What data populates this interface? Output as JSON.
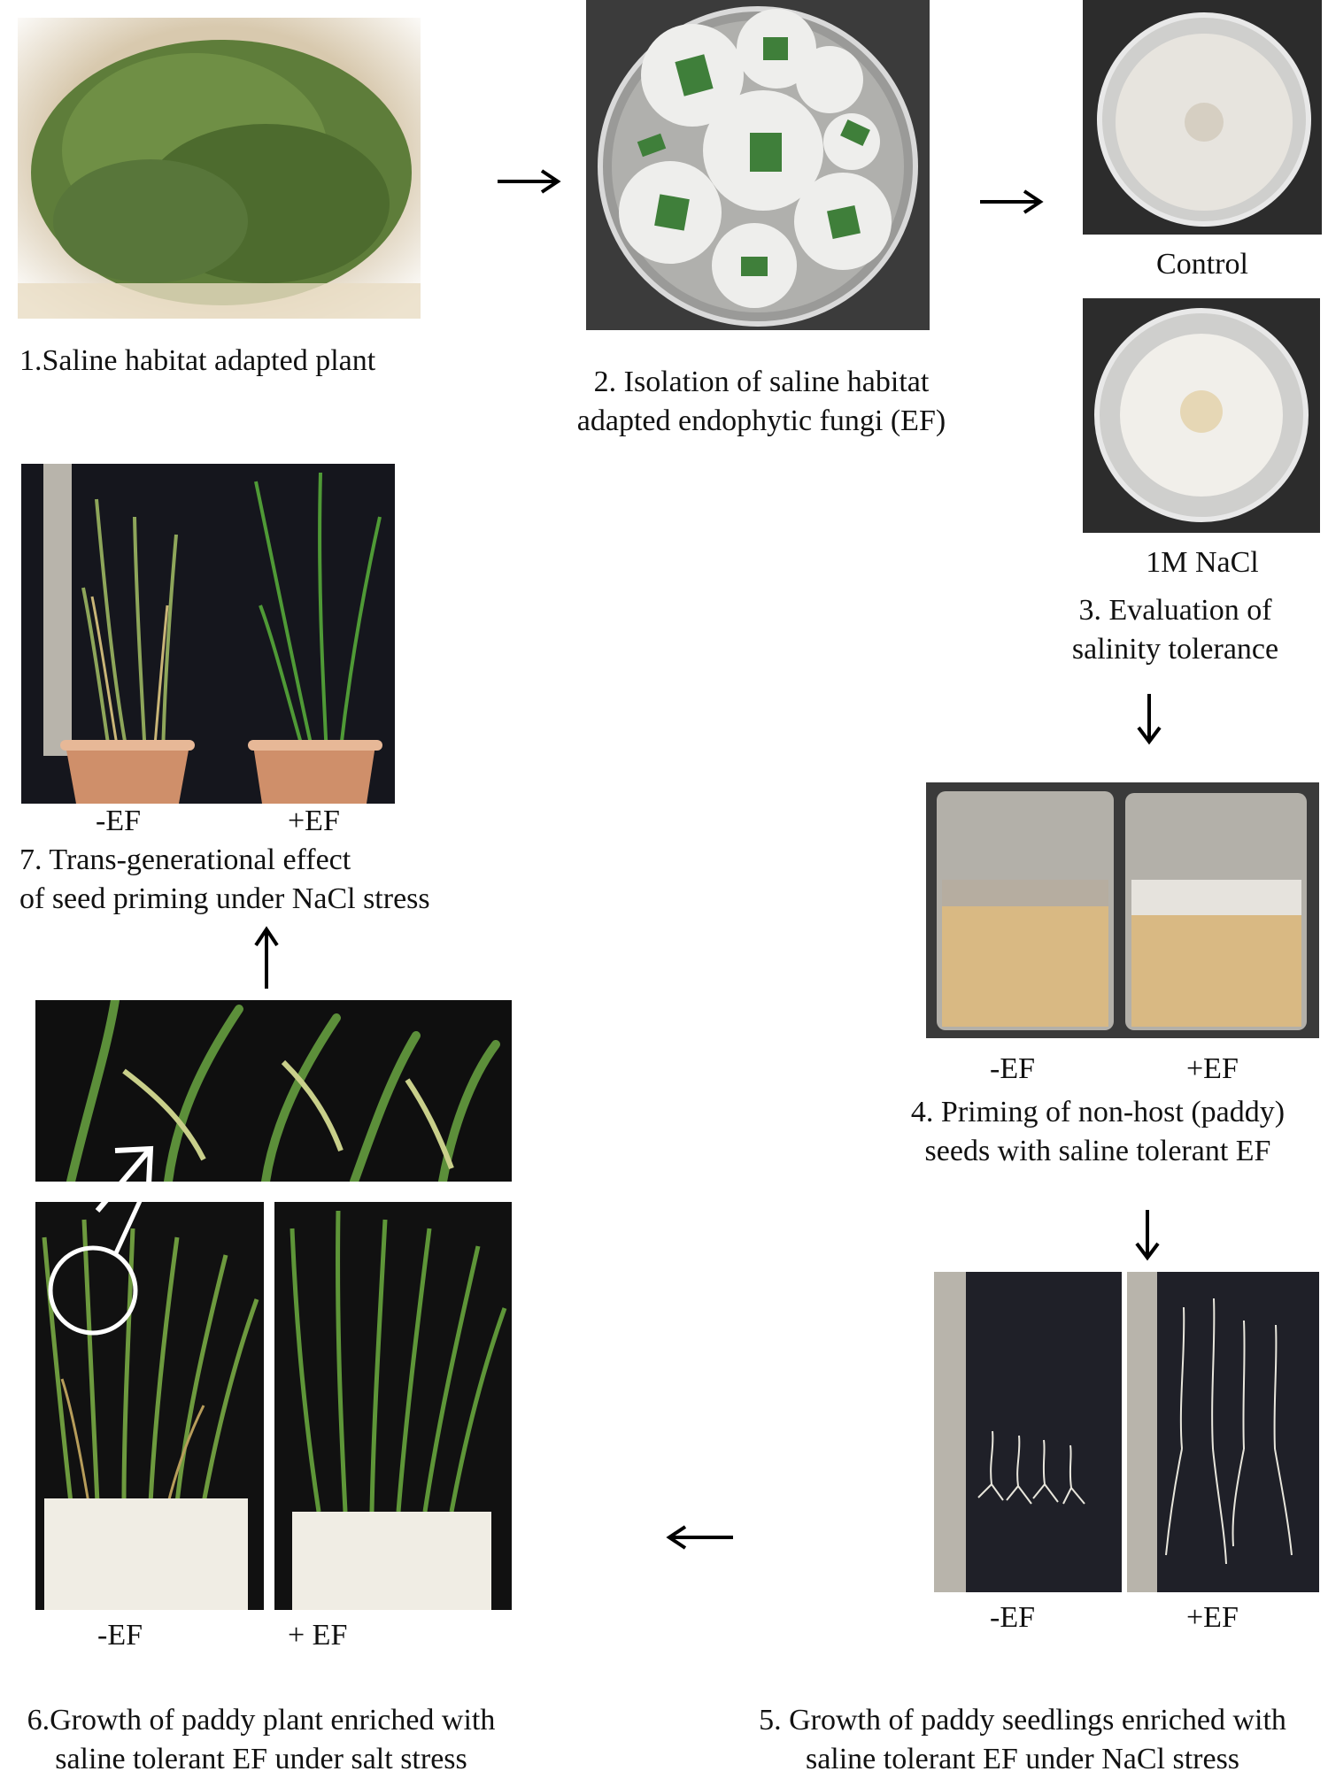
{
  "steps": {
    "step1": "1.Saline habitat adapted plant",
    "step2": "2. Isolation of saline  habitat\nadapted endophytic fungi (EF)",
    "step3": "3. Evaluation of\nsalinity tolerance",
    "step4": "4. Priming of non-host (paddy)\nseeds with saline tolerant EF",
    "step5": "5. Growth of paddy seedlings enriched with\nsaline  tolerant EF under NaCl stress",
    "step6": "6.Growth of paddy plant enriched with\nsaline  tolerant  EF under  salt stress",
    "step7": "7. Trans-generational effect\nof seed priming  under  NaCl stress"
  },
  "plate_labels": {
    "control": "Control",
    "nacl": "1M NaCl"
  },
  "treatment_labels": {
    "minus": "-EF",
    "plus": "+EF",
    "plus_spaced": "+ EF"
  },
  "colors": {
    "arrow": "#000000",
    "background": "#ffffff",
    "photo_dark": "#1a1a1f"
  },
  "icons": {
    "arrow_right": "arrow-right-icon",
    "arrow_down": "arrow-down-icon",
    "arrow_left": "arrow-left-icon",
    "arrow_up": "arrow-up-icon"
  }
}
